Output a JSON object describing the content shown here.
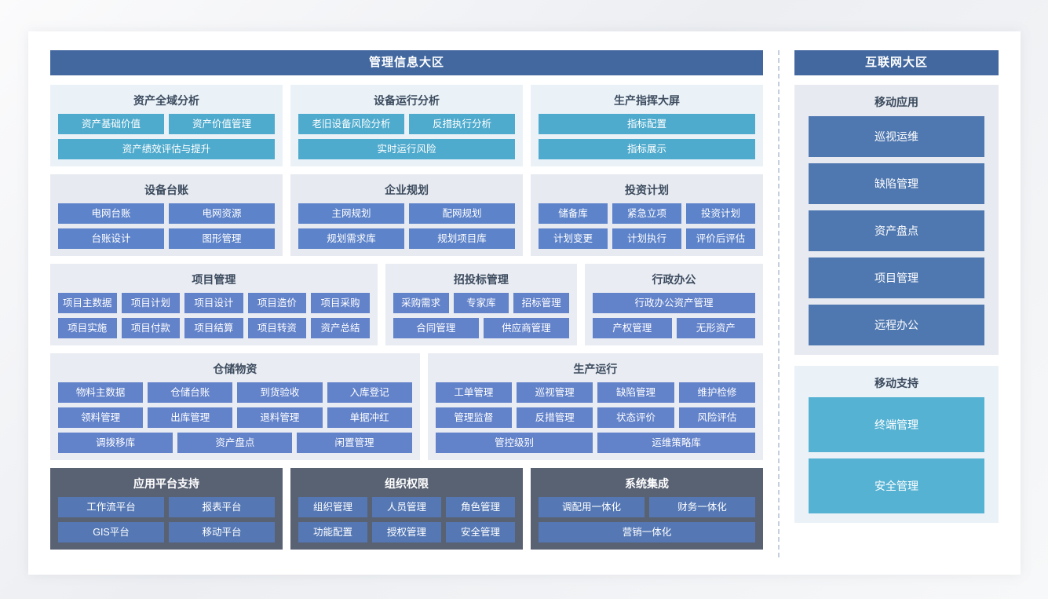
{
  "left_zone": {
    "header": "管理信息大区",
    "rows": [
      {
        "groups": [
          {
            "title": "资产全域分析",
            "palette": "cyan",
            "flex": 3,
            "tile_rows": [
              [
                "资产基础价值",
                "资产价值管理"
              ],
              [
                "资产绩效评估与提升"
              ]
            ]
          },
          {
            "title": "设备运行分析",
            "palette": "cyan",
            "flex": 3,
            "tile_rows": [
              [
                "老旧设备风险分析",
                "反措执行分析"
              ],
              [
                "实时运行风险"
              ]
            ]
          },
          {
            "title": "生产指挥大屏",
            "palette": "cyan",
            "flex": 3,
            "tile_rows": [
              [
                "指标配置"
              ],
              [
                "指标展示"
              ]
            ]
          }
        ]
      },
      {
        "groups": [
          {
            "title": "设备台账",
            "palette": "gray",
            "flex": 3,
            "tile_rows": [
              [
                "电网台账",
                "电网资源"
              ],
              [
                "台账设计",
                "图形管理"
              ]
            ]
          },
          {
            "title": "企业规划",
            "palette": "gray",
            "flex": 3,
            "tile_rows": [
              [
                "主网规划",
                "配网规划"
              ],
              [
                "规划需求库",
                "规划项目库"
              ]
            ]
          },
          {
            "title": "投资计划",
            "palette": "gray",
            "flex": 3,
            "tile_rows": [
              [
                "储备库",
                "紧急立项",
                "投资计划"
              ],
              [
                "计划变更",
                "计划执行",
                "评价后评估"
              ]
            ]
          }
        ]
      },
      {
        "groups": [
          {
            "title": "项目管理",
            "palette": "lav",
            "flex": 46,
            "tile_rows": [
              [
                "项目主数据",
                "项目计划",
                "项目设计",
                "项目造价",
                "项目采购"
              ],
              [
                "项目实施",
                "项目付款",
                "项目结算",
                "项目转资",
                "资产总结"
              ]
            ]
          },
          {
            "title": "招投标管理",
            "palette": "lav",
            "flex": 26,
            "tile_rows": [
              [
                "采购需求",
                "专家库",
                "招标管理"
              ],
              [
                "合同管理",
                "供应商管理"
              ]
            ]
          },
          {
            "title": "行政办公",
            "palette": "lav",
            "flex": 24,
            "tile_rows": [
              [
                "行政办公资产管理"
              ],
              [
                "产权管理",
                "无形资产"
              ]
            ]
          }
        ]
      },
      {
        "groups": [
          {
            "title": "仓储物资",
            "palette": "lav",
            "flex": 52,
            "tile_rows": [
              [
                "物料主数据",
                "仓储台账",
                "到货验收",
                "入库登记"
              ],
              [
                "领料管理",
                "出库管理",
                "退料管理",
                "单据冲红"
              ],
              [
                "调拨移库",
                "资产盘点",
                "闲置管理"
              ]
            ]
          },
          {
            "title": "生产运行",
            "palette": "lav",
            "flex": 47,
            "tile_rows": [
              [
                "工单管理",
                "巡视管理",
                "缺陷管理",
                "维护检修"
              ],
              [
                "管理监督",
                "反措管理",
                "状态评价",
                "风险评估"
              ],
              [
                "管控级别",
                "运维策略库"
              ]
            ]
          }
        ]
      },
      {
        "groups": [
          {
            "title": "应用平台支持",
            "palette": "dark",
            "flex": 3,
            "tile_rows": [
              [
                "工作流平台",
                "报表平台"
              ],
              [
                "GIS平台",
                "移动平台"
              ]
            ]
          },
          {
            "title": "组织权限",
            "palette": "dark",
            "flex": 3,
            "tile_rows": [
              [
                "组织管理",
                "人员管理",
                "角色管理"
              ],
              [
                "功能配置",
                "授权管理",
                "安全管理"
              ]
            ]
          },
          {
            "title": "系统集成",
            "palette": "dark",
            "flex": 3,
            "tile_rows": [
              [
                "调配用一体化",
                "财务一体化"
              ],
              [
                "营销一体化"
              ]
            ]
          }
        ]
      }
    ]
  },
  "right_zone": {
    "header": "互联网大区",
    "groups": [
      {
        "title": "移动应用",
        "palette": "blue",
        "tiles": [
          "巡视运维",
          "缺陷管理",
          "资产盘点",
          "项目管理",
          "远程办公"
        ]
      },
      {
        "title": "移动支持",
        "palette": "cyan",
        "tiles": [
          "终端管理",
          "安全管理"
        ]
      }
    ]
  },
  "colors": {
    "header_blue": "#42689f",
    "tile_cyan": "#4fabcd",
    "tile_blue": "#5d83ca",
    "tile_lavender": "#6282ca",
    "panel_light_blue": "#eaf2f8",
    "panel_gray": "#e7eaf0",
    "panel_dark": "#596273",
    "divider": "#c5cfdd",
    "page_bg": "#ffffff"
  }
}
